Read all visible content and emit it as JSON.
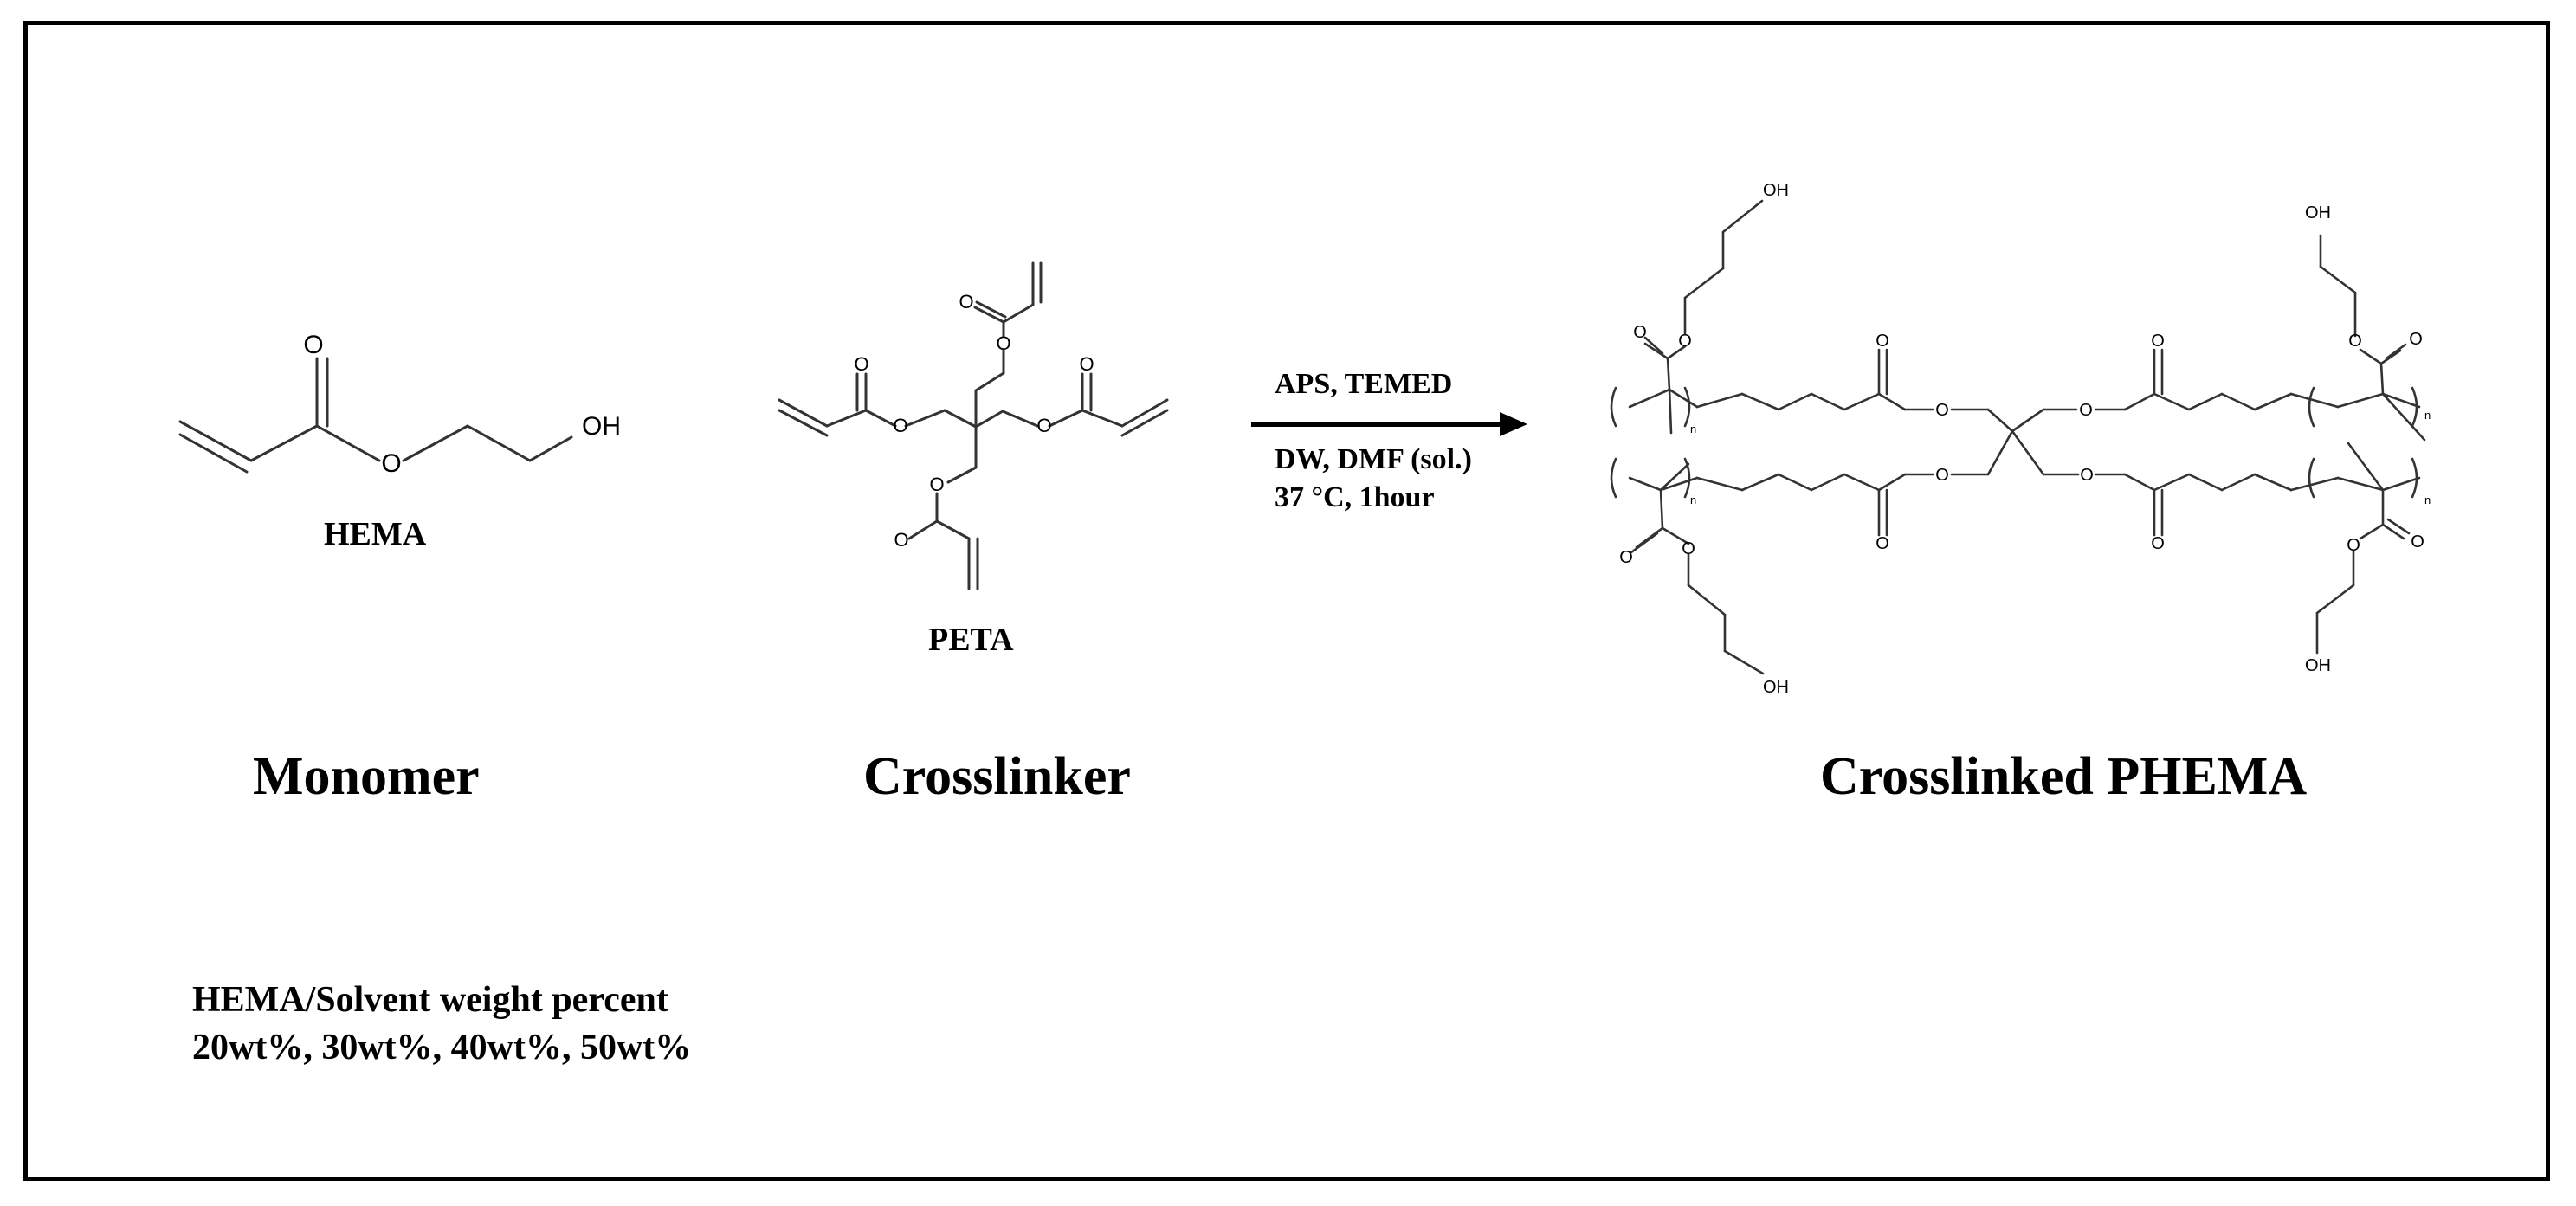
{
  "monomer": {
    "name": "HEMA",
    "caption": "Monomer"
  },
  "crosslinker": {
    "name": "PETA",
    "caption": "Crosslinker"
  },
  "reaction": {
    "reagents": "APS, TEMED",
    "solvent": "DW, DMF (sol.)",
    "conditions": "37 °C, 1hour"
  },
  "product": {
    "caption": "Crosslinked PHEMA"
  },
  "composition": {
    "title": "HEMA/Solvent weight percent",
    "values": "20wt%, 30wt%, 40wt%, 50wt%"
  },
  "atoms": {
    "oxygen": "O",
    "hydroxyl": "OH",
    "repeat": "n"
  }
}
